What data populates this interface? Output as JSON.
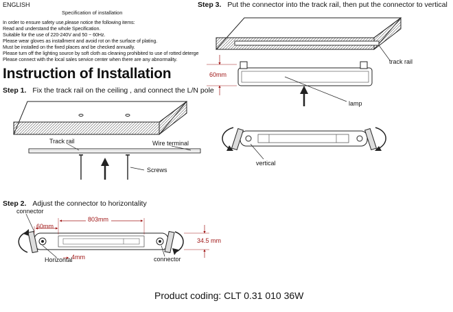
{
  "header": {
    "language": "ENGLISH",
    "spec_title": "Specification of installation"
  },
  "spec_lines": [
    "In order to ensure safety use,please notice the following items:",
    "Read and understand the whole Specification.",
    "Suitable for the use of 220-240V and 50 ~ 60Hz.",
    "Please wear gloves as installment and avoid rot on the surface of plating.",
    "Must be installed on the fixed places and be checked annually.",
    "Please turn off the lighting source by soft cloth as cleaning prohibited to use of rotted detergent",
    "Please connect with the local sales service center when there are any abnormality."
  ],
  "main_title": "Instruction of Installation",
  "step1": {
    "label": "Step 1.",
    "text": "Fix the track rail on the ceiling , and connect the L/N pole",
    "track_rail": "Track rail",
    "wire_terminal": "Wire terminal",
    "screws": "Screws"
  },
  "step2": {
    "label": "Step 2.",
    "text": "Adjust the connector to horizontality",
    "connector_top": "connector",
    "dim_60": "60mm",
    "dim_803": "803mm",
    "dim_34": "34.5 mm",
    "dim_4": "4mm",
    "horizontal": "Horizontal",
    "connector_bottom": "connector"
  },
  "step3": {
    "label": "Step 3.",
    "text": "Put the connector into the track rail, then put the connector to vertical",
    "track_rail": "track rail",
    "dim_60": "60mm",
    "lamp": "lamp",
    "vertical": "vertical"
  },
  "product_coding": "Product coding: CLT 0.31 010 36W"
}
